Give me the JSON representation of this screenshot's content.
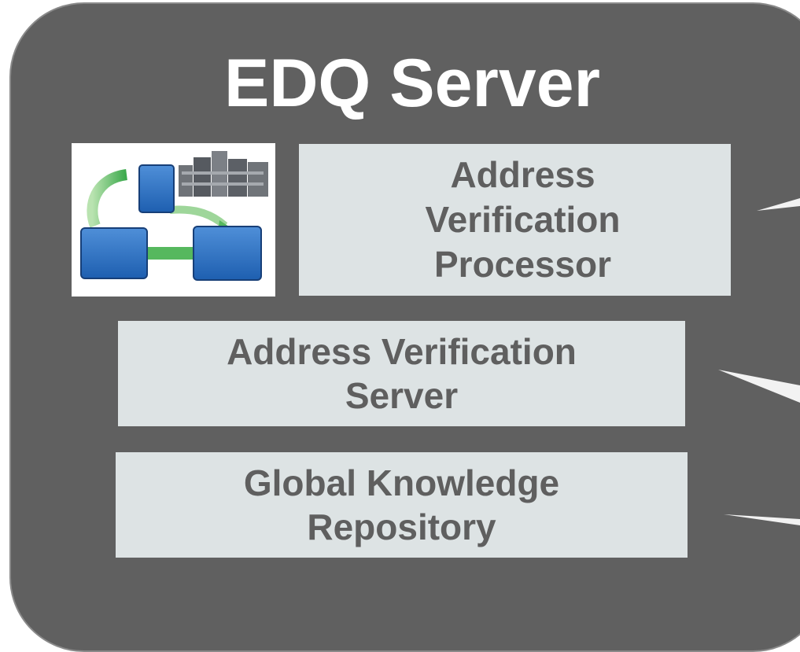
{
  "diagram": {
    "title": "EDQ Server",
    "icon": "process-flow-icon",
    "boxes": {
      "address_verification_processor": "Address\nVerification\nProcessor",
      "address_verification_server": "Address Verification\nServer",
      "global_knowledge_repository": "Global Knowledge\nRepository"
    },
    "colors": {
      "panel": "#606060",
      "box": "#dde3e4",
      "box_text": "#5f5f5f",
      "title_text": "#ffffff"
    }
  }
}
